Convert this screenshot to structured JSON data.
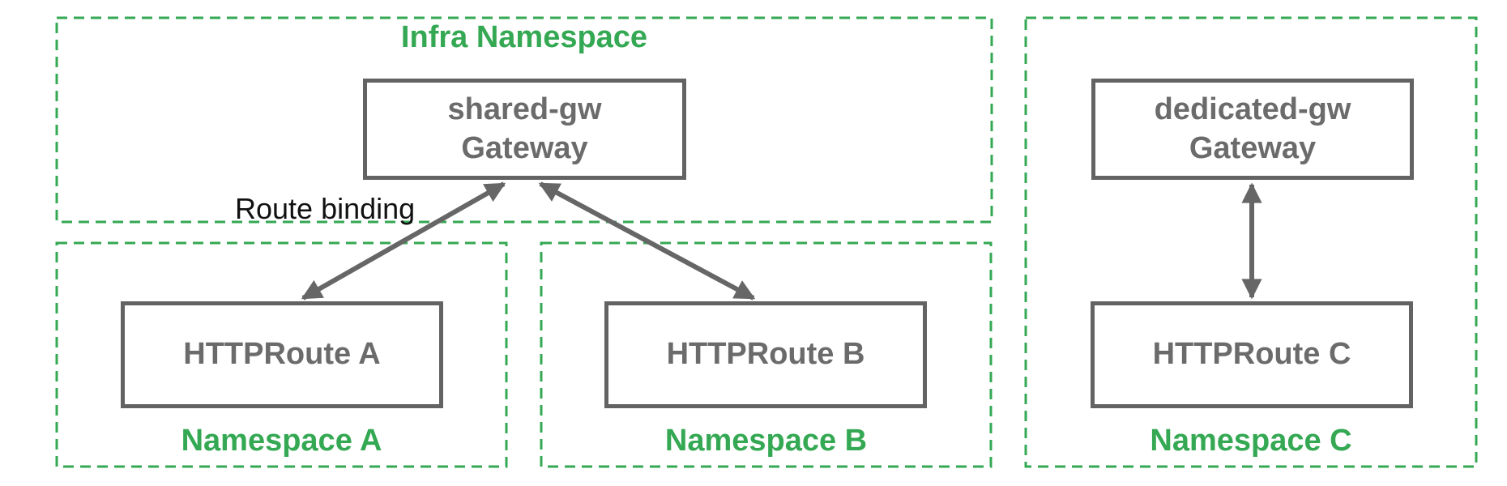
{
  "diagram": {
    "infra": {
      "title": "Infra Namespace",
      "gateway_line1": "shared-gw",
      "gateway_line2": "Gateway"
    },
    "ns_a": {
      "title": "Namespace A",
      "route": "HTTPRoute A"
    },
    "ns_b": {
      "title": "Namespace B",
      "route": "HTTPRoute B"
    },
    "ns_c": {
      "title": "Namespace C",
      "gateway_line1": "dedicated-gw",
      "gateway_line2": "Gateway",
      "route": "HTTPRoute C"
    },
    "edge_label": "Route binding",
    "colors": {
      "namespace_green": "#34A853",
      "node_border_gray": "#636363",
      "node_text_gray": "#6b6b6b",
      "arrow_gray": "#666666",
      "edge_label_black": "#111111"
    }
  }
}
